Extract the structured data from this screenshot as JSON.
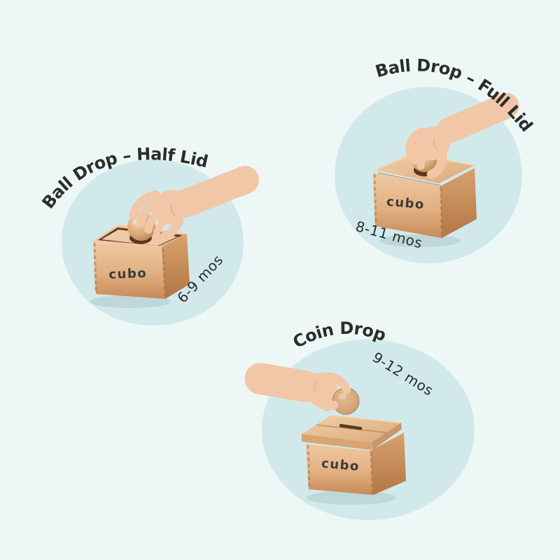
{
  "colors": {
    "background": "#edf8f6",
    "blob": "#d2e9eb",
    "ink": "#2c2c2c",
    "logo_ink": "#3a3a3a",
    "wood_light": "#f0d0aa",
    "wood_mid": "#e2b081",
    "wood_dark": "#a86f3f",
    "wood_deep": "#5c381e",
    "skin": "#f1c7a7",
    "skin_shadow": "#d9a078"
  },
  "sections": [
    {
      "title": "Ball Drop – Half Lid",
      "age_range": "6-9 mos",
      "brand": "cubo"
    },
    {
      "title": "Ball Drop – Full Lid",
      "age_range": "8-11 mos",
      "brand": "cubo"
    },
    {
      "title": "Coin Drop",
      "age_range": "9-12 mos",
      "brand": "cubo"
    }
  ]
}
